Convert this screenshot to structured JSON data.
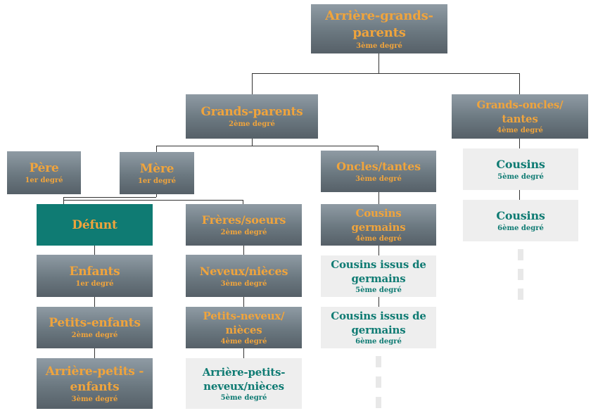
{
  "nodes": {
    "arriere_grands_parents": {
      "label": "Arrière-grands-parents",
      "degree": "3ème degré",
      "color": "#f0a43c"
    },
    "grands_parents": {
      "label": "Grands-parents",
      "degree": "2ème degré"
    },
    "grands_oncles": {
      "label": "Grands-oncles/ tantes",
      "degree": "4ème degré"
    },
    "pere": {
      "label": "Père",
      "degree": "1er degré"
    },
    "mere": {
      "label": "Mère",
      "degree": "1er degré"
    },
    "oncles_tantes": {
      "label": "Oncles/tantes",
      "degree": "3ème degré"
    },
    "cousins_5": {
      "label": "Cousins",
      "degree": "5ème degré"
    },
    "cousins_6": {
      "label": "Cousins",
      "degree": "6ème degré"
    },
    "defunt": {
      "label": "Défunt",
      "color": "#0f7b73"
    },
    "freres_soeurs": {
      "label": "Frères/soeurs",
      "degree": "2ème degré"
    },
    "cousins_germains": {
      "label": "Cousins germains",
      "degree": "4ème degré"
    },
    "enfants": {
      "label": "Enfants",
      "degree": "1er degré"
    },
    "neveux_nieces": {
      "label": "Neveux/nièces",
      "degree": "3ème degré"
    },
    "cousins_issus_5": {
      "label": "Cousins issus de germains",
      "degree": "5ème degré"
    },
    "petits_enfants": {
      "label": "Petits-enfants",
      "degree": "2ème degré"
    },
    "petits_neveux": {
      "label": "Petits-neveux/ nièces",
      "degree": "4ème degré"
    },
    "cousins_issus_6": {
      "label": "Cousins issus de germains",
      "degree": "6ème degré"
    },
    "arriere_petits_enfants": {
      "label": "Arrière-petits -enfants",
      "degree": "3ème degré"
    },
    "arriere_petits_neveux": {
      "label": "Arrière-petits- neveux/nièces",
      "degree": "5ème degré"
    }
  }
}
